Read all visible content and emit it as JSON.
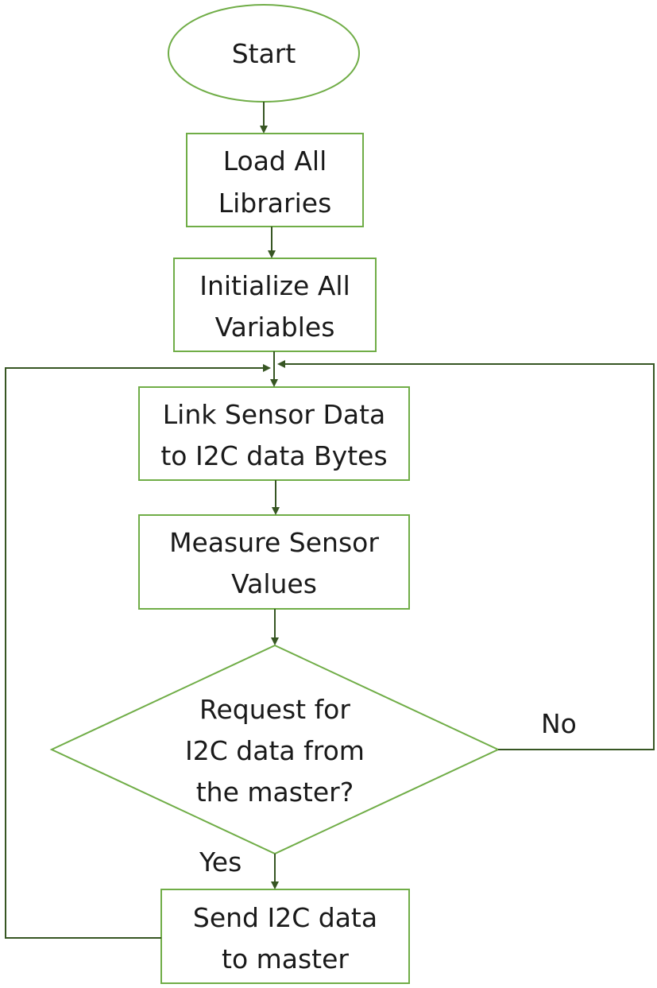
{
  "colors": {
    "node_stroke": "#70ad47",
    "connector": "#375623",
    "text": "#1a1a1a"
  },
  "nodes": {
    "start": {
      "lines": [
        "Start"
      ]
    },
    "load_libraries": {
      "lines": [
        "Load All",
        "Libraries"
      ]
    },
    "init_variables": {
      "lines": [
        "Initialize All",
        "Variables"
      ]
    },
    "link_sensor": {
      "lines": [
        "Link Sensor Data",
        "to I2C data Bytes"
      ]
    },
    "measure": {
      "lines": [
        "Measure Sensor",
        "Values"
      ]
    },
    "decision": {
      "lines": [
        "Request for",
        "I2C data from",
        "the master?"
      ]
    },
    "send": {
      "lines": [
        "Send I2C data",
        "to master"
      ]
    }
  },
  "edges": {
    "no_label": "No",
    "yes_label": "Yes"
  }
}
